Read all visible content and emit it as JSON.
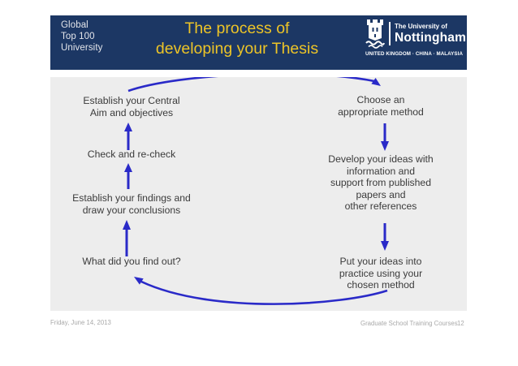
{
  "header": {
    "badge": "Global\nTop 100\nUniversity",
    "title": "The process of\ndeveloping your Thesis",
    "logo": {
      "institution_prefix": "The University of",
      "institution_name": "Nottingham",
      "campuses": "UNITED KINGDOM · CHINA · MALAYSIA"
    }
  },
  "diagram": {
    "left": {
      "aim": "Establish your Central\nAim and objectives",
      "check": "Check and re-check",
      "findings": "Establish your findings and\ndraw your conclusions",
      "find_out": "What did you find out?"
    },
    "right": {
      "method": "Choose an\nappropriate method",
      "develop": "Develop your ideas with\ninformation and\nsupport from published\npapers and\nother references",
      "practice": "Put your ideas into\npractice using your\nchosen method"
    },
    "cycle_order": [
      "What did you find out?",
      "Establish your findings and draw your conclusions",
      "Check and re-check",
      "Establish your Central Aim and objectives",
      "Choose an appropriate method",
      "Develop your ideas with information and support from published papers and other references",
      "Put your ideas into practice using your chosen method"
    ]
  },
  "footer": {
    "date": "Friday, June 14, 2013",
    "course": "Graduate School Training Courses",
    "page": "12"
  },
  "colors": {
    "banner_bg": "#1C3764",
    "title_text": "#EDC427",
    "badge_text": "#E3E5EA",
    "logo_text": "#FFFFFF",
    "content_bg": "#EDEDED",
    "diagram_text": "#3B3B3B",
    "arrow_blue": "#2A2AC8",
    "footer_text": "#A9A9A9"
  }
}
